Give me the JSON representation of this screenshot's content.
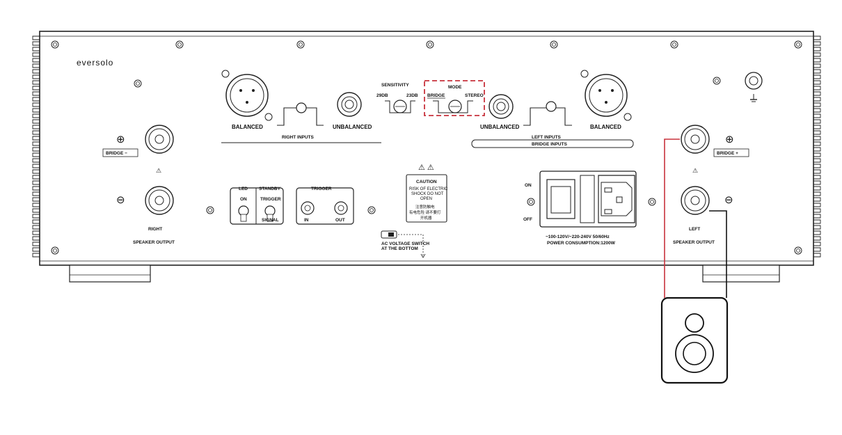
{
  "brand": "eversolo",
  "right_section": {
    "bridge_label": "BRIDGE −",
    "plus_symbol": "⊕",
    "minus_symbol": "⊖",
    "title": "RIGHT",
    "subtitle": "SPEAKER OUTPUT"
  },
  "left_section": {
    "bridge_label": "BRIDGE +",
    "plus_symbol": "⊕",
    "minus_symbol": "⊖",
    "title": "LEFT",
    "subtitle": "SPEAKER OUTPUT"
  },
  "right_inputs": {
    "balanced": "BALANCED",
    "unbalanced": "UNBALANCED",
    "title": "RIGHT INPUTS"
  },
  "left_inputs": {
    "balanced": "BALANCED",
    "unbalanced": "UNBALANCED",
    "title": "LEFT INPUTS",
    "bridge": "BRIDGE  INPUTS"
  },
  "sensitivity": {
    "title": "SENSITIVITY",
    "low": "29DB",
    "high": "23DB"
  },
  "mode": {
    "title": "MODE",
    "bridge": "BRIDGE",
    "stereo": "STEREO"
  },
  "controls": {
    "led": "LED",
    "on": "ON",
    "standby": "STANDBY",
    "trigger": "TRIGGER",
    "signal": "SIGNAL",
    "trigger_group": "TRIGGER",
    "in": "IN",
    "out": "OUT"
  },
  "caution": {
    "title": "CAUTION",
    "line1": "RISK OF ELECTRIC",
    "line2": "SHOCK DO NOT",
    "line3": "OPEN",
    "cn1": "注意防触电",
    "cn2": "有电危险 请不要打",
    "cn3": "开机器"
  },
  "ac_switch": {
    "line1": "AC VOLTAGE SWITCH",
    "line2": "AT THE BOTTOM"
  },
  "power": {
    "on": "ON",
    "off": "OFF",
    "voltage": "~100-120V/~220-240V  50/60Hz",
    "consumption": "POWER CONSUMPTION:1200W"
  },
  "colors": {
    "outline": "#222222",
    "highlight": "#c8323c",
    "cable_red": "#c8323c",
    "cable_black": "#111111"
  }
}
